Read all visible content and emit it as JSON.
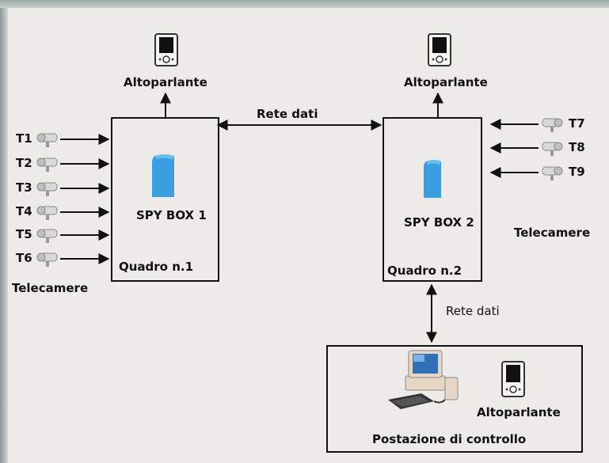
{
  "speakers": {
    "left": "Altoparlante",
    "right": "Altoparlante",
    "control": "Altoparlante"
  },
  "network": {
    "top": "Rete dati",
    "vertical": "Rete dati"
  },
  "box1": {
    "device": "SPY BOX 1",
    "panel": "Quadro n.1"
  },
  "box2": {
    "device": "SPY BOX 2",
    "panel": "Quadro n.2"
  },
  "cameras_left": [
    "T1",
    "T2",
    "T3",
    "T4",
    "T5",
    "T6"
  ],
  "cameras_right": [
    "T7",
    "T8",
    "T9"
  ],
  "cameras_left_label": "Telecamere",
  "cameras_right_label": "Telecamere",
  "control_station": "Postazione di controllo",
  "icons": {
    "speaker": "speaker-icon",
    "camera": "camera-icon",
    "spy_box": "spy-box-icon",
    "computer": "computer-icon"
  },
  "colors": {
    "spy_box": "#3a9fe0",
    "line": "#111111"
  }
}
